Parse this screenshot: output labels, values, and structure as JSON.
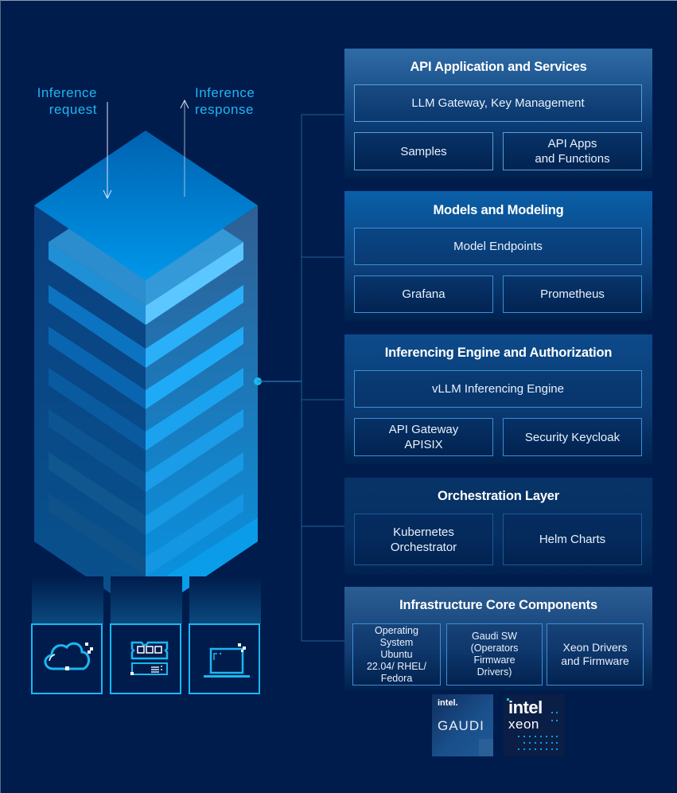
{
  "flow": {
    "request_label": "Inference\nrequest",
    "response_label": "Inference\nresponse"
  },
  "colors": {
    "background": "#001c4d",
    "accent_cyan": "#1ab8f0",
    "connector": "#1e7fb8",
    "tower_light": "#1eaaf1",
    "tower_dark": "#0a4f93"
  },
  "icons": [
    {
      "name": "cloud-icon"
    },
    {
      "name": "hardware-memory-icon"
    },
    {
      "name": "laptop-icon"
    }
  ],
  "panels": [
    {
      "title": "API Application and Services",
      "boxes": [
        "LLM Gateway, Key Management",
        "Samples",
        "API Apps\nand Functions"
      ]
    },
    {
      "title": "Models and Modeling",
      "boxes": [
        "Model Endpoints",
        "Grafana",
        "Prometheus"
      ]
    },
    {
      "title": "Inferencing Engine and Authorization",
      "boxes": [
        "vLLM Inferencing Engine",
        "API Gateway\nAPISIX",
        "Security Keycloak"
      ]
    },
    {
      "title": "Orchestration Layer",
      "boxes": [
        "Kubernetes\nOrchestrator",
        "Helm Charts"
      ]
    },
    {
      "title": "Infrastructure Core Components",
      "boxes": [
        "Operating\nSystem\nUbuntu\n22.04/ RHEL/\nFedora",
        "Gaudi SW\n(Operators\nFirmware\nDrivers)",
        "Xeon Drivers\nand Firmware"
      ]
    }
  ],
  "logos": {
    "gaudi": {
      "brand": "intel.",
      "product": "GAUDI"
    },
    "xeon": {
      "brand": "intel",
      "product": "xeon"
    }
  }
}
